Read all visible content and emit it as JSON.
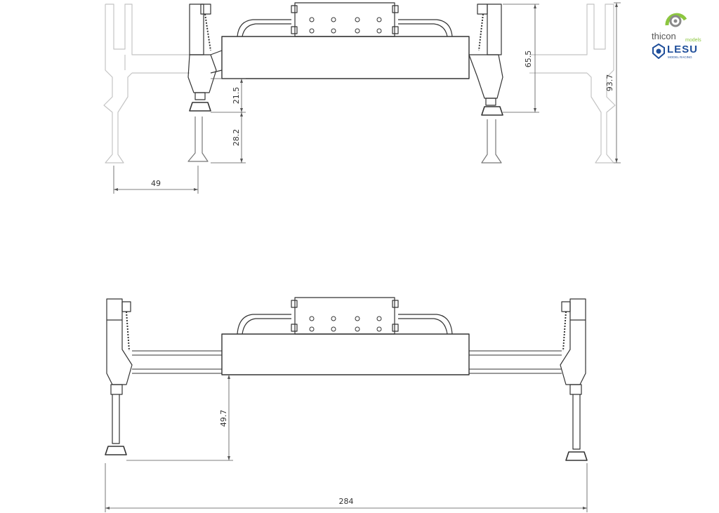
{
  "dimensions": {
    "top_width": "49",
    "top_low_height": "21.5",
    "top_foot_height": "28.2",
    "top_right_height": "65.5",
    "top_total_height": "93.7",
    "bottom_height": "49.7",
    "bottom_total_width": "284"
  },
  "brands": {
    "thicon": "thicon",
    "thicon_sub": "models",
    "lesu": "LESU",
    "lesu_sub": "MODEL RACING"
  },
  "colors": {
    "line": "#333333",
    "ghost": "#bdbdbd",
    "thicon_green": "#8cc63f",
    "lesu_blue": "#1f4e9a"
  }
}
